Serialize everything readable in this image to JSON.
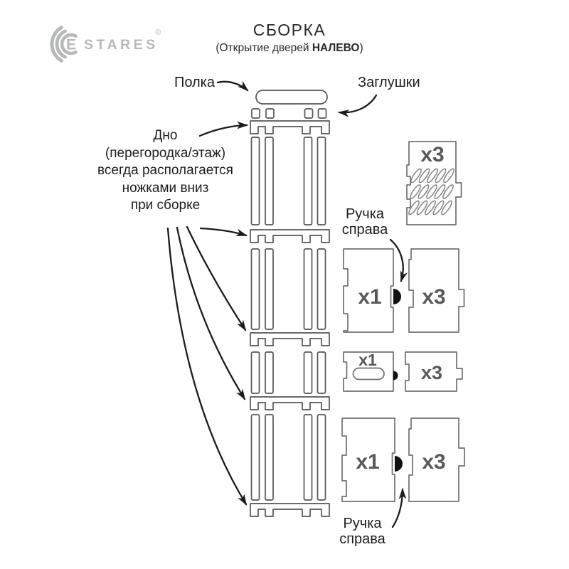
{
  "header": {
    "brand_initial": "E",
    "brand_rest": "STARES",
    "registered_mark": "®",
    "title": "СБОРКА",
    "subtitle_prefix": "(Открытие дверей ",
    "subtitle_bold": "НАЛЕВО",
    "subtitle_suffix": ")"
  },
  "labels": {
    "shelf": "Полка",
    "plugs": "Заглушки",
    "note_line1": "Дно",
    "note_line2": "(перегородка/этаж)",
    "note_line3": "всегда располагается",
    "note_line4": "ножками вниз",
    "note_line5": "при сборке",
    "handle_top_line1": "Ручка",
    "handle_top_line2": "справа",
    "handle_bottom_line1": "Ручка",
    "handle_bottom_line2": "справа"
  },
  "parts": {
    "back_panel_qty": "x3",
    "door_mid_qty": "x1",
    "side_mid_qty": "x3",
    "drawer_front_qty": "x1",
    "side_small_qty": "x3",
    "door_bottom_qty": "x1",
    "side_bottom_qty": "x3"
  },
  "colors": {
    "outline_gray": "#6f7073",
    "column_gray": "#55565a",
    "label_gray": "#58595b",
    "logo_gray": "#b7b8ba",
    "ink": "#1b1b1b"
  }
}
